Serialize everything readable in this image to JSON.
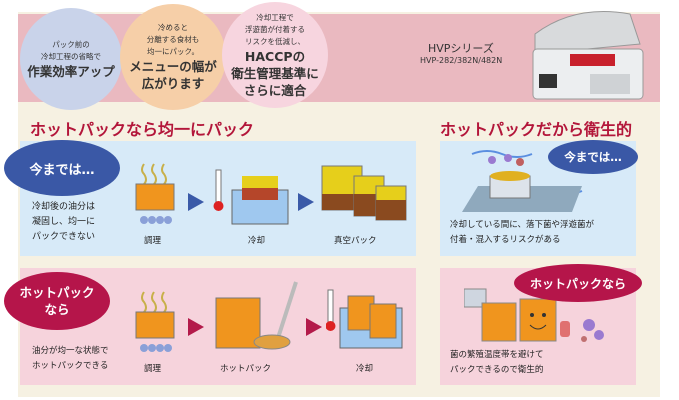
{
  "header": {
    "circles": [
      {
        "small": [
          "パック前の",
          "冷却工程の省略で"
        ],
        "large": [
          "作業効率アップ"
        ]
      },
      {
        "small": [
          "冷めると",
          "分離する食材も",
          "均一にパック。"
        ],
        "large": [
          "メニューの幅が",
          "広がります"
        ]
      },
      {
        "small": [
          "冷却工程で",
          "浮遊菌が付着する",
          "リスクを低減し、"
        ],
        "large": [
          "HACCPの",
          "衛生管理基準に",
          "さらに適合"
        ]
      }
    ],
    "series": "HVPシリーズ",
    "models": "HVP-282/382N/482N"
  },
  "left": {
    "title": "ホットパックなら均一にパック",
    "before": {
      "bubble": "今までは…",
      "desc": [
        "冷却後の油分は",
        "凝固し、均一に",
        "パックできない"
      ],
      "steps": [
        "調理",
        "冷却",
        "真空パック"
      ]
    },
    "after": {
      "bubble": [
        "ホットパック",
        "なら"
      ],
      "desc": [
        "油分が均一な状態で",
        "ホットパックできる"
      ],
      "steps": [
        "調理",
        "ホットパック",
        "冷却"
      ]
    }
  },
  "right": {
    "title": "ホットパックだから衛生的",
    "before": {
      "bubble": "今までは…",
      "desc": [
        "冷却している間に、落下菌や浮遊菌が",
        "付着・混入するリスクがある"
      ]
    },
    "after": {
      "bubble": "ホットパックなら",
      "desc": [
        "菌の繁殖温度帯を避けて",
        "パックできるので衛生的"
      ]
    }
  },
  "colors": {
    "accent": "#b3163a",
    "bubble_blue": "#3a58a6",
    "bubble_red": "#b5154a",
    "arrow_blue": "#3a5aa8",
    "arrow_red": "#b31a4a"
  }
}
